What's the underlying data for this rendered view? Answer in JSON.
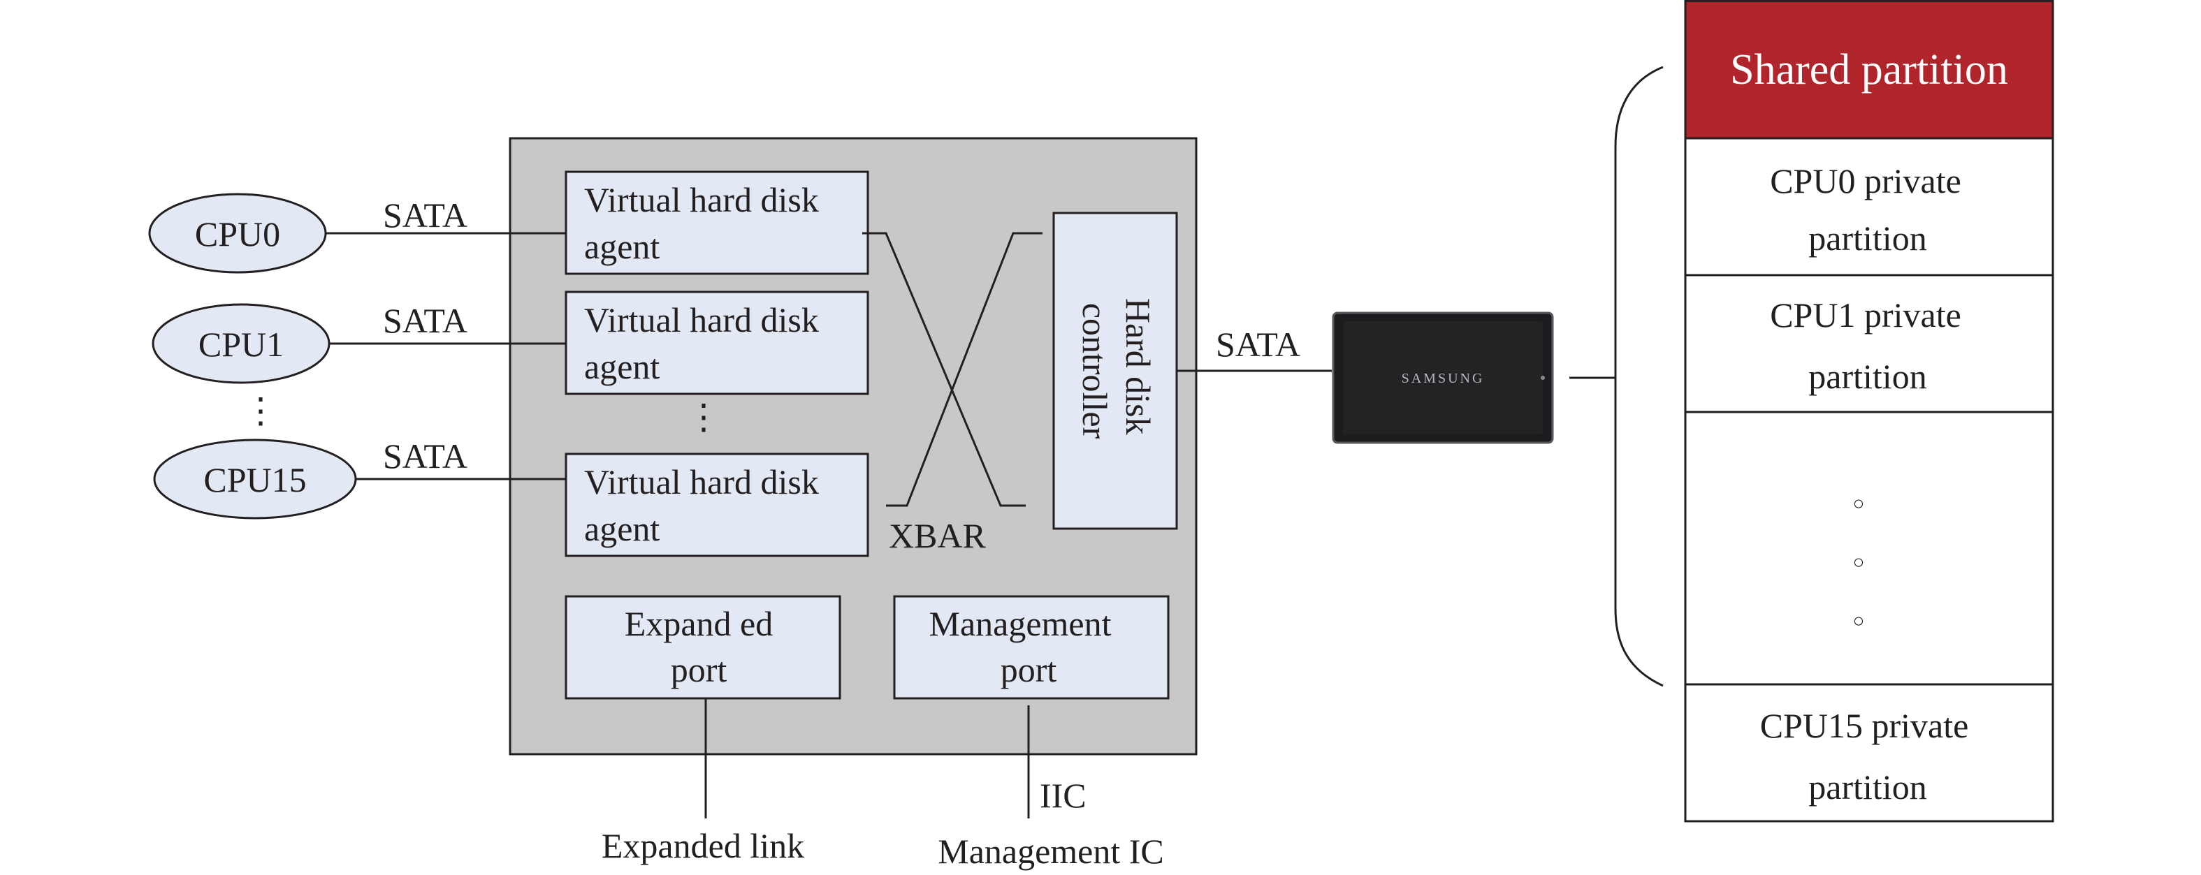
{
  "cpus": [
    {
      "label": "CPU0",
      "link": "SATA"
    },
    {
      "label": "CPU1",
      "link": "SATA"
    },
    {
      "label": "CPU15",
      "link": "SATA"
    }
  ],
  "ellipsis": "⋮",
  "agents": [
    {
      "line1": "Virtual hard disk",
      "line2": "agent"
    },
    {
      "line1": "Virtual hard disk",
      "line2": "agent"
    },
    {
      "line1": "Virtual hard disk",
      "line2": "agent"
    }
  ],
  "xbar_label": "XBAR",
  "controller": {
    "line1": "Hard disk",
    "line2": "controller"
  },
  "disk_link": "SATA",
  "disk_brand": "SAMSUNG",
  "expanded_port": {
    "line1": "Expand ed",
    "line2": "port",
    "link_label": "Expanded link"
  },
  "management_port": {
    "line1": "Management",
    "line2": "port",
    "bus": "IIC",
    "link_label": "Management IC"
  },
  "partitions": {
    "shared": "Shared partition",
    "cpu0": {
      "line1": "CPU0 private",
      "line2": "partition"
    },
    "cpu1": {
      "line1": "CPU1 private",
      "line2": "partition"
    },
    "dots": "○",
    "cpu15": {
      "line1": "CPU15 private",
      "line2": "partition"
    }
  },
  "colors": {
    "shared_partition": "#b0252c",
    "module_box": "#e3e9f4",
    "chassis": "#c8c8c8",
    "disk_body": "#1c1c1e"
  }
}
